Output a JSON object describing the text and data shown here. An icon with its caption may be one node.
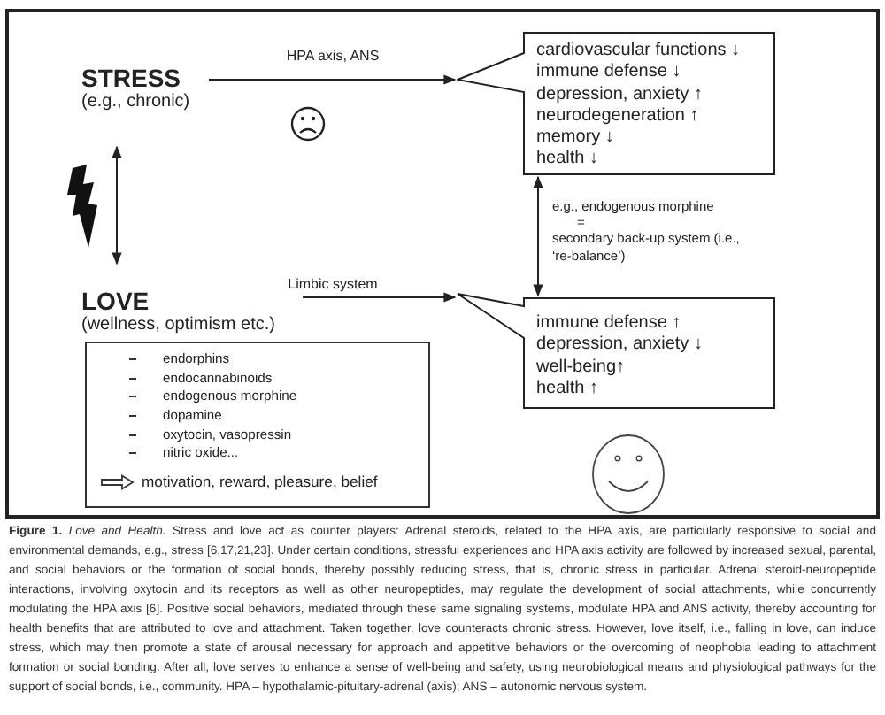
{
  "diagram": {
    "caption": "**Figure 1.** *Love and Health.* Stress and love act as counter players: Adrenal steroids, related to the HPA axis, are particularly responsive to social and environmental demands, e.g., stress [6,17,21,23]. Under certain conditions, stressful experiences and HPA axis activity are followed by increased sexual, parental, and social behaviors or the formation of social bonds, thereby possibly reducing stress, that is, chronic stress in particular. Adrenal steroid-neuropeptide interactions, involving oxytocin and its receptors as well as other neuropeptides, may regulate the development of social attachments, while concurrently modulating the HPA axis [6]. Positive social behaviors, mediated through these same signaling systems, modulate HPA and ANS activity, thereby accounting for health benefits that are attributed to love and attachment. Taken together, love counteracts chronic stress. However, love itself, i.e., falling in love, can induce stress, which may then promote a state of arousal necessary for approach and appetitive behaviors or the overcoming of neophobia leading to attachment formation or social bonding. After all, love serves to enhance a sense of well-being and safety, using neurobiological means and physiological pathways for the support of social bonds, i.e., community. HPA – hypothalamic-pituitary-adrenal (axis); ANS – autonomic nervous system.",
    "nodes": [
      {
        "text": [
          "STRESS",
          "(e.g., chronic)"
        ]
      },
      {
        "text": [
          "cardiovascular functions ↓",
          "immune defense ↓",
          "depression, anxiety ↑",
          "neurodegeneration ↑",
          "memory ↓",
          "health ↓"
        ]
      },
      {
        "text": [
          "LOVE",
          "(wellness, optimism etc.)"
        ]
      },
      {
        "text": [
          "immune defense ↑",
          "depression, anxiety ↓",
          "well-being↑",
          "health ↑"
        ]
      },
      {
        "text": [
          "endorphins",
          "endocannabinoids",
          "endogenous morphine",
          "dopamine",
          "oxytocin, vasopressin",
          "nitric oxide...",
          "motivation, reward, pleasure, belief"
        ]
      }
    ],
    "edges": [
      {
        "from": 0,
        "to": 1,
        "arrow": "to",
        "label": "HPA axis, ANS"
      },
      {
        "from": 0,
        "to": 2,
        "arrow": "both"
      },
      {
        "from": 2,
        "to": 3,
        "arrow": "to",
        "label": "Limbic system"
      },
      {
        "from": 1,
        "to": 3,
        "arrow": "both"
      }
    ],
    "labels": [
      "e.g., endogenous morphine",
      "=",
      "secondary back-up system (i.e., ‘re-balance’)"
    ]
  }
}
